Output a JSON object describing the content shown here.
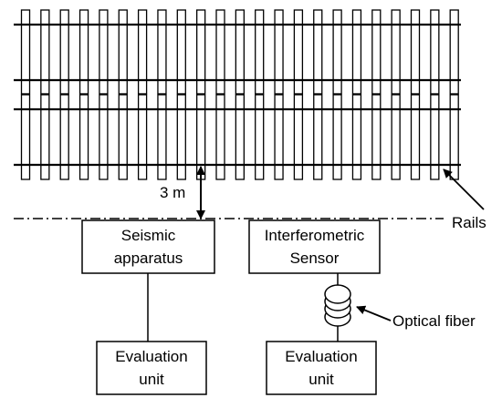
{
  "diagram": {
    "distance_label": "3 m",
    "rails_label": "Rails",
    "optical_fiber_label": "Optical fiber",
    "boxes": {
      "seismic": [
        "Seismic",
        "apparatus"
      ],
      "interferometric": [
        "Interferometric",
        "Sensor"
      ],
      "evaluation_left": [
        "Evaluation",
        "unit"
      ],
      "evaluation_right": [
        "Evaluation",
        "unit"
      ]
    },
    "colors": {
      "line": "#000000",
      "background": "#ffffff"
    }
  }
}
